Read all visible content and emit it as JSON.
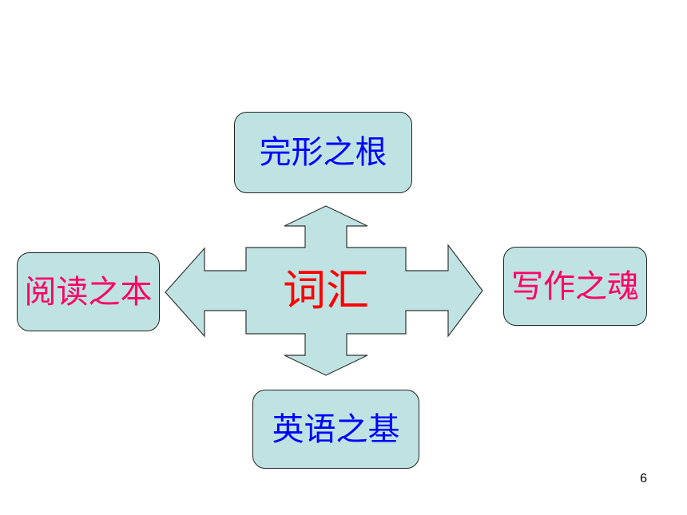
{
  "center": {
    "label": "词汇",
    "color": "#ff0000"
  },
  "nodes": {
    "top": {
      "label": "完形之根",
      "color": "#0000ff"
    },
    "left": {
      "label": "阅读之本",
      "color": "#ff0066"
    },
    "right": {
      "label": "写作之魂",
      "color": "#ff0066"
    },
    "bottom": {
      "label": "英语之基",
      "color": "#0000ff"
    }
  },
  "arrow_fill": "#bfe3e3",
  "box_fill": "#bfe3e3",
  "page_number": "6"
}
